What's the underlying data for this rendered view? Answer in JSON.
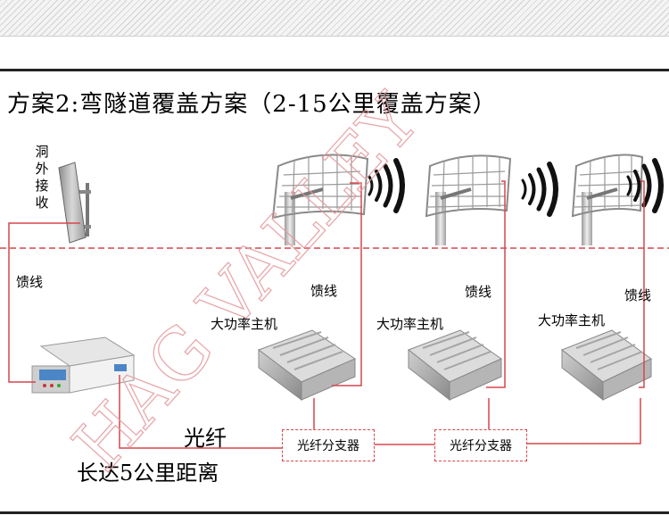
{
  "title": "方案2:弯隧道覆盖方案（2-15公里覆盖方案）",
  "outside_antenna_label": "洞外接收",
  "feeder_label": "馈线",
  "host_label": "大功率主机",
  "fiber_label": "光纤",
  "distance_label": "长达5公里距离",
  "splitter_label": "光纤分支器",
  "watermark": "HAG VALLEY",
  "colors": {
    "link_line": "#d6464c",
    "divider": "#d6464c",
    "watermark": "#e49a9e"
  }
}
